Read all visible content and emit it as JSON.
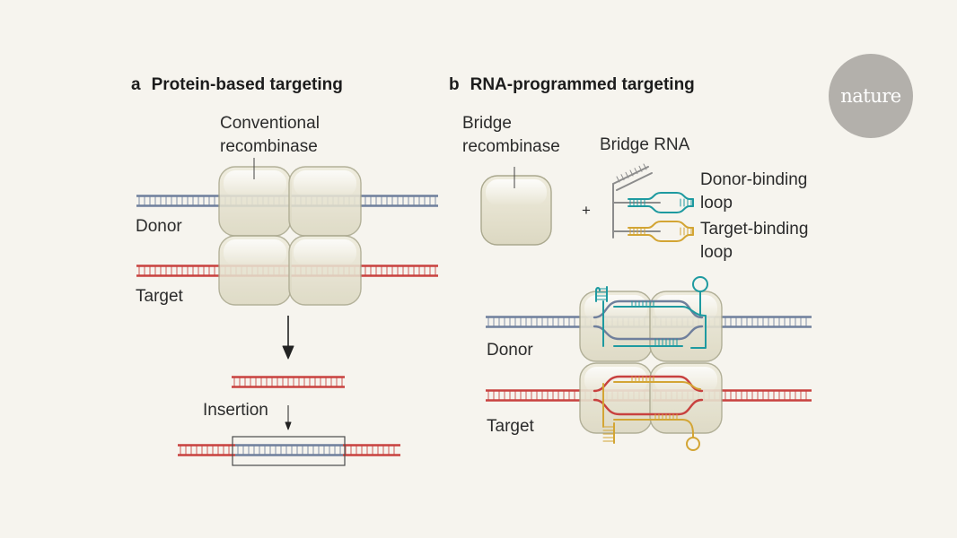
{
  "brand": {
    "logo_text": "nature"
  },
  "panel_a": {
    "letter": "a",
    "title": "Protein-based targeting",
    "recombinase_label": [
      "Conventional",
      "recombinase"
    ],
    "donor_label": "Donor",
    "target_label": "Target",
    "insertion_label": "Insertion"
  },
  "panel_b": {
    "letter": "b",
    "title": "RNA-programmed targeting",
    "recombinase_label": [
      "Bridge",
      "recombinase"
    ],
    "plus": "+",
    "rna_label": "Bridge RNA",
    "donor_loop_label": [
      "Donor-binding",
      "loop"
    ],
    "target_loop_label": [
      "Target-binding",
      "loop"
    ],
    "donor_label": "Donor",
    "target_label": "Target"
  },
  "colors": {
    "background": "#f6f4ee",
    "donor_dna": "#6f7f9c",
    "target_dna": "#c8413f",
    "donor_loop": "#1e9aa0",
    "target_loop": "#d3a534",
    "protein_fill": "#e6e2cf",
    "protein_stroke": "#aaa88e",
    "logo": "#b3b0ab"
  }
}
